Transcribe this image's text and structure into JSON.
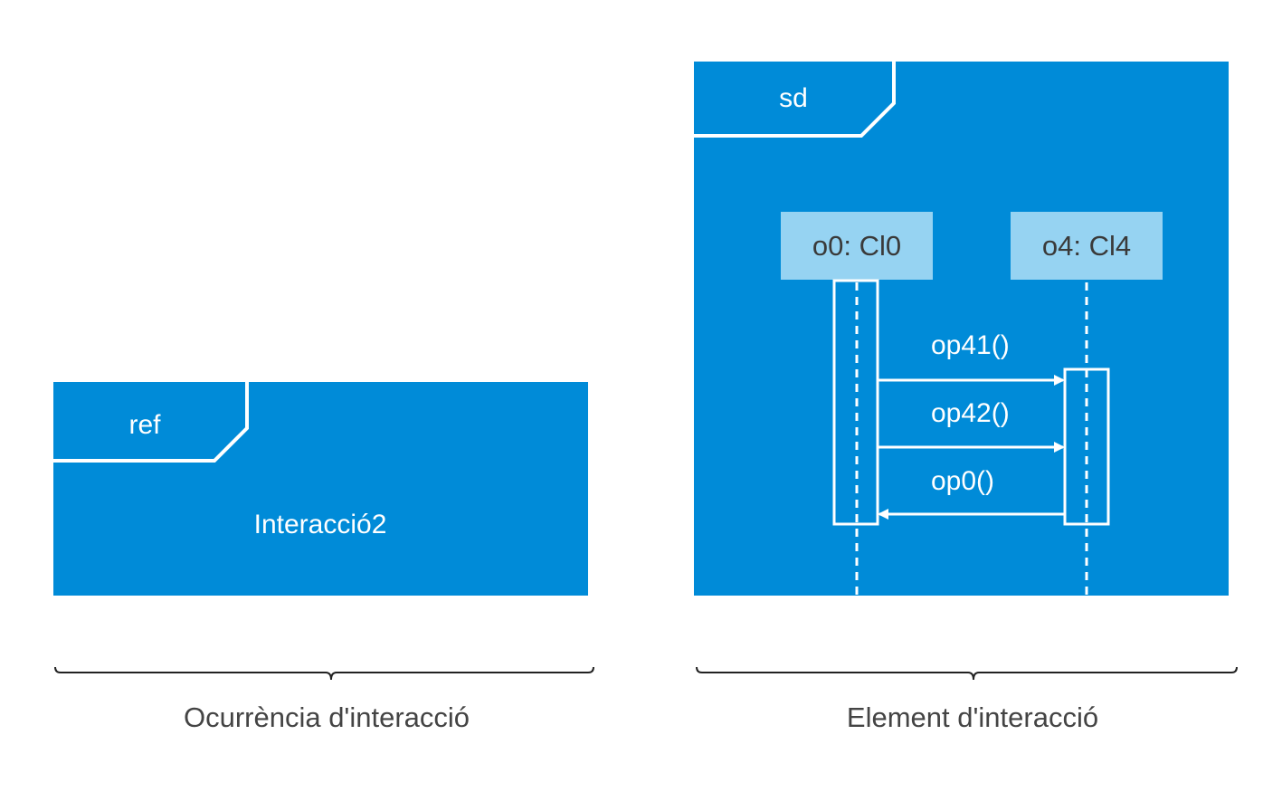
{
  "colors": {
    "frame_fill": "#008bd8",
    "lifeline_head_fill": "#96d3f2",
    "stroke": "#ffffff",
    "brace": "#222222",
    "caption": "#444444"
  },
  "left_panel": {
    "tag": "ref",
    "body": "Interacció2",
    "caption": "Ocurrència d'interacció"
  },
  "right_panel": {
    "tag": "sd",
    "caption": "Element d'interacció",
    "lifelines": [
      {
        "label": "o0: Cl0"
      },
      {
        "label": "o4: Cl4"
      }
    ],
    "messages": [
      {
        "label": "op41()",
        "from": "o0",
        "to": "o4",
        "kind": "call"
      },
      {
        "label": "op42()",
        "from": "o0",
        "to": "o4",
        "kind": "call"
      },
      {
        "label": "op0()",
        "from": "o4",
        "to": "o0",
        "kind": "call"
      }
    ]
  }
}
